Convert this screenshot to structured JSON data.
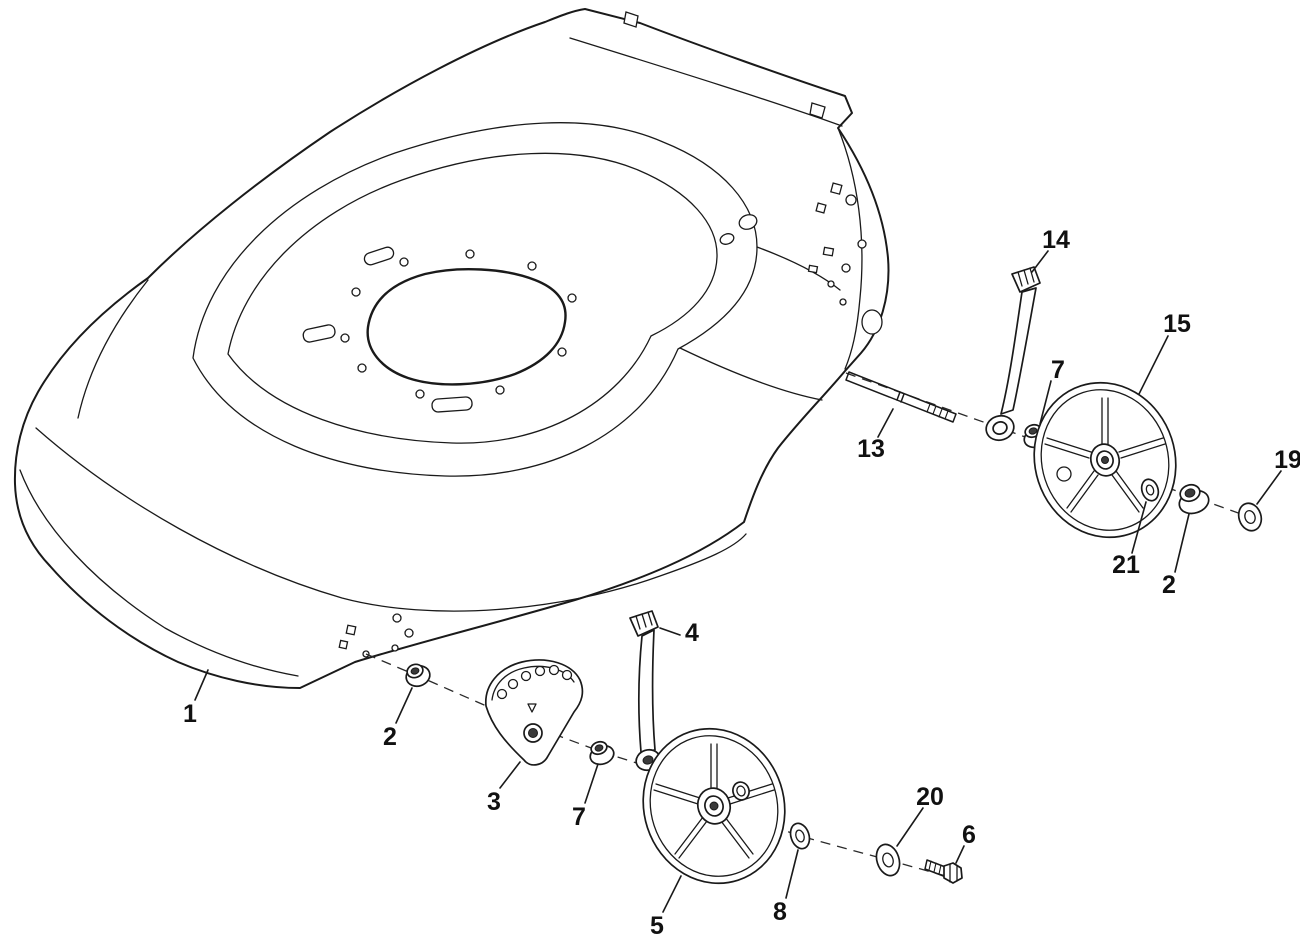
{
  "diagram": {
    "background": "#ffffff",
    "line_color": "#1a1a1a",
    "callouts": [
      {
        "part": "deck-housing",
        "text": "1"
      },
      {
        "part": "front-bushing",
        "text": "2"
      },
      {
        "part": "front-bracket",
        "text": "3"
      },
      {
        "part": "front-nut",
        "text": "7"
      },
      {
        "part": "front-lever",
        "text": "4"
      },
      {
        "part": "front-wheel",
        "text": "5"
      },
      {
        "part": "front-small-washer",
        "text": "8"
      },
      {
        "part": "front-large-washer",
        "text": "20"
      },
      {
        "part": "front-bolt",
        "text": "6"
      },
      {
        "part": "rear-axle",
        "text": "13"
      },
      {
        "part": "rear-lever",
        "text": "14"
      },
      {
        "part": "rear-nut",
        "text": "7"
      },
      {
        "part": "rear-wheel",
        "text": "15"
      },
      {
        "part": "rear-end-washer",
        "text": "19"
      },
      {
        "part": "rear-small-washer",
        "text": "21"
      },
      {
        "part": "rear-flange-nut",
        "text": "2"
      }
    ]
  }
}
